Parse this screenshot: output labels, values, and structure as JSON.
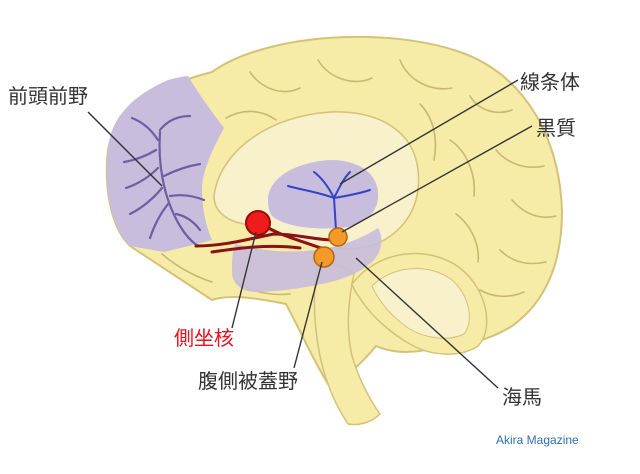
{
  "labels": {
    "prefrontal": "前頭前野",
    "striatum": "線条体",
    "substantia_nigra": "黒質",
    "nucleus_accumbens": "側坐核",
    "vta": "腹側被蓋野",
    "hippocampus": "海馬"
  },
  "credit": "Akira Magazine",
  "colors": {
    "brain": "#f6eba7",
    "brain_outline": "#d3c278",
    "fold": "#c9b872",
    "inner": "#f8f1cc",
    "lavender": "#c8bddd",
    "nerve": "#6e5fa2",
    "striatum_nerve": "#3243c8",
    "pathway": "#8a1212",
    "accumbens": "#ee1c1c",
    "vta": "#f39a2a",
    "label_red": "#e8121c",
    "credit": "#2f6fb5",
    "leader": "#333333"
  }
}
